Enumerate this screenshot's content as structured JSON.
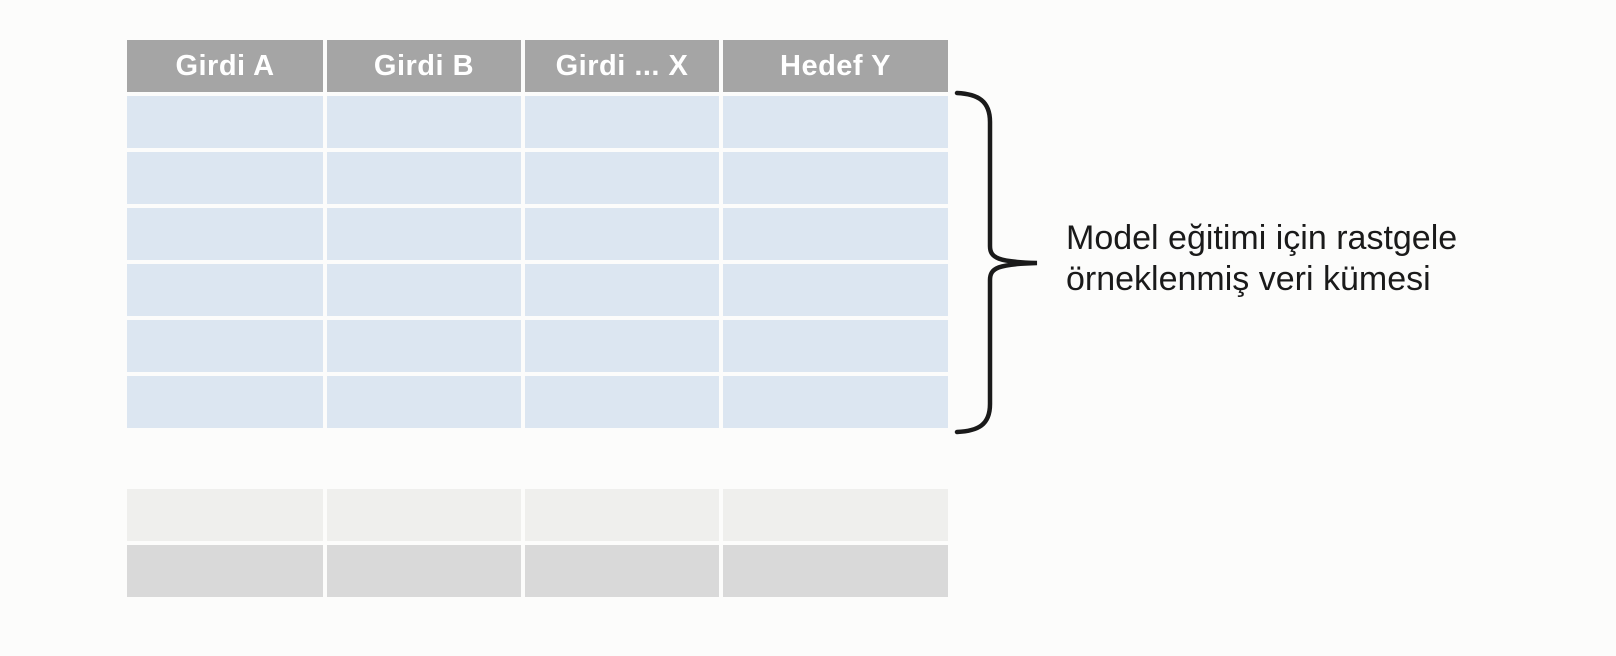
{
  "colors": {
    "background": "#fcfcfb",
    "header-bg": "#a5a5a5",
    "header-text": "#ffffff",
    "cell-blue": "#dce6f1",
    "row-light": "#efefed",
    "row-dark": "#d9d9d9",
    "ink": "#1a1a1a"
  },
  "main_table": {
    "headers": [
      "Girdi A",
      "Girdi B",
      "Girdi ... X",
      "Hedef Y"
    ],
    "rows": [
      [
        "",
        "",
        "",
        ""
      ],
      [
        "",
        "",
        "",
        ""
      ],
      [
        "",
        "",
        "",
        ""
      ],
      [
        "",
        "",
        "",
        ""
      ],
      [
        "",
        "",
        "",
        ""
      ],
      [
        "",
        "",
        "",
        ""
      ]
    ]
  },
  "annotation": {
    "lines": [
      "Model eğitimi için rastgele",
      "örneklenmiş veri kümesi"
    ]
  },
  "holdout_table": {
    "rows": [
      [
        "",
        "",
        "",
        ""
      ],
      [
        "",
        "",
        "",
        ""
      ]
    ]
  }
}
